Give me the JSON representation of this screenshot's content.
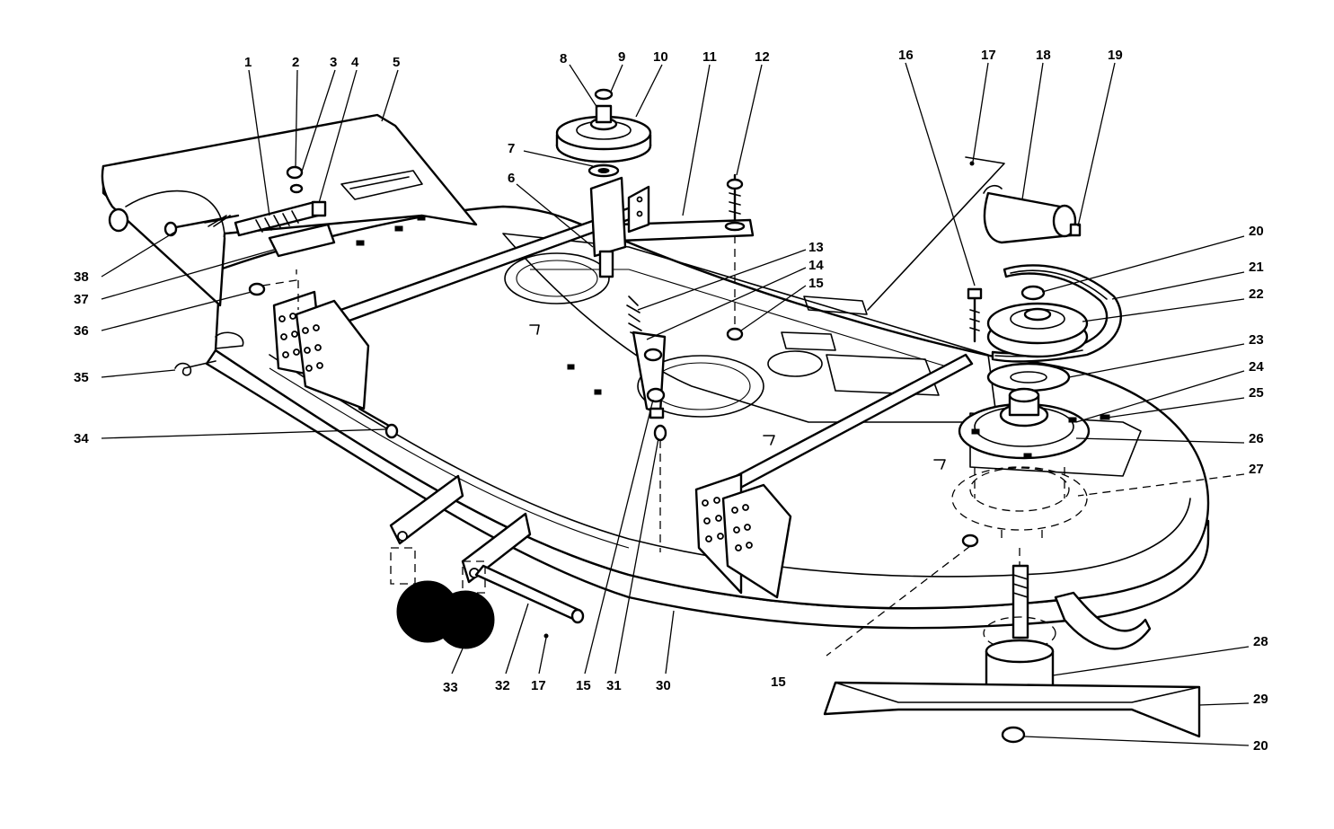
{
  "callouts": [
    "1",
    "2",
    "3",
    "4",
    "5",
    "6",
    "7",
    "8",
    "9",
    "10",
    "11",
    "12",
    "13",
    "14",
    "15",
    "16",
    "17",
    "18",
    "19",
    "20",
    "21",
    "22",
    "23",
    "24",
    "25",
    "26",
    "27",
    "28",
    "29",
    "20",
    "38",
    "37",
    "36",
    "35",
    "34",
    "33",
    "32",
    "17",
    "15",
    "31",
    "30",
    "15"
  ]
}
